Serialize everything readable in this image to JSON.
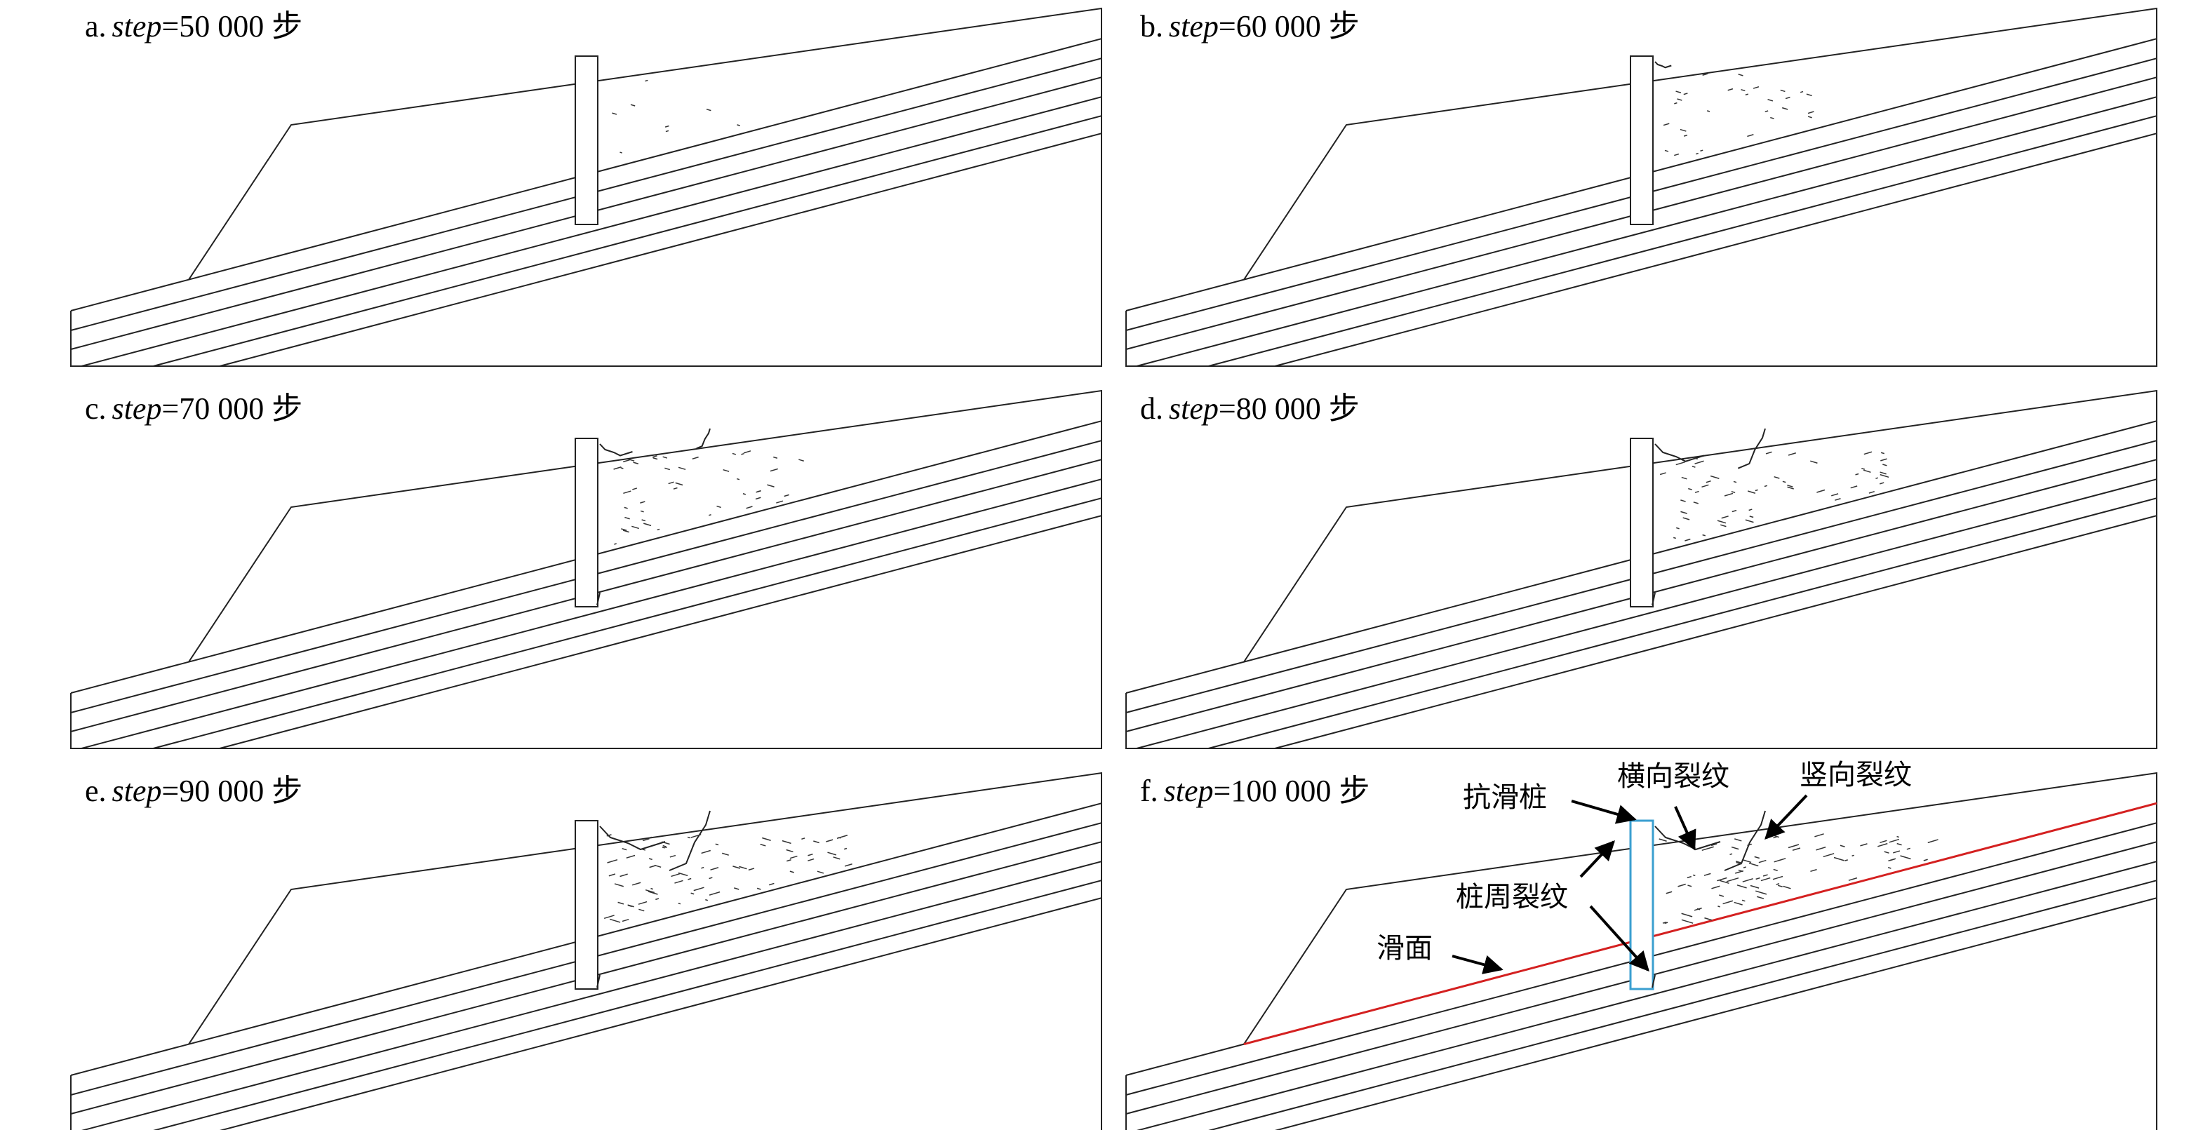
{
  "panels": [
    {
      "prefix": "a.",
      "var": "step",
      "value": "=50 000 步",
      "stage": 0
    },
    {
      "prefix": "b.",
      "var": "step",
      "value": "=60 000 步",
      "stage": 1
    },
    {
      "prefix": "c.",
      "var": "step",
      "value": "=70 000 步",
      "stage": 2
    },
    {
      "prefix": "d.",
      "var": "step",
      "value": "=80 000 步",
      "stage": 3
    },
    {
      "prefix": "e.",
      "var": "step",
      "value": "=90 000 步",
      "stage": 4
    },
    {
      "prefix": "f.",
      "var": "step",
      "value": "=100 000 步",
      "stage": 5
    }
  ],
  "annotations": {
    "pile": "抗滑桩",
    "transverse_crack": "横向裂纹",
    "vertical_crack": "竖向裂纹",
    "pile_crack": "桩周裂纹",
    "slip_surface": "滑面"
  },
  "colors": {
    "slip_surface": "#d42020",
    "pile_highlight": "#3a9fd0",
    "line": "#222222"
  }
}
